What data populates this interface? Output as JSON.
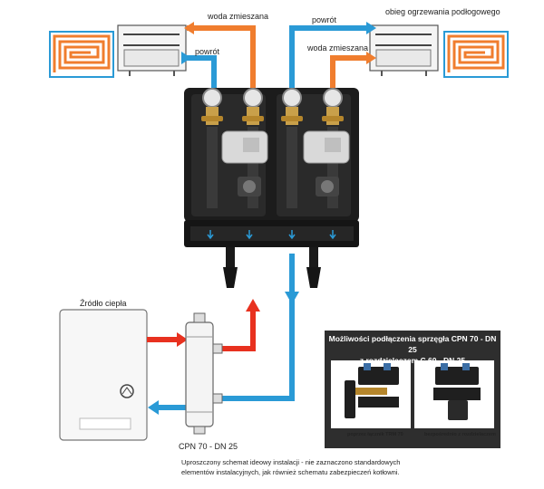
{
  "labels": {
    "top_left_mixed": "woda zmieszana",
    "top_left_return": "powrót",
    "top_right_title": "obieg ogrzewania podłogowego",
    "top_right_return": "powrót",
    "top_right_mixed": "woda zmieszana",
    "heat_source": "Źródło ciepła",
    "coupler": "CPN 70 - DN 25"
  },
  "inset": {
    "title_line1": "Możliwości podłączenia sprzęgła CPN 70 - DN 25",
    "title_line2": "z rozdzielaczem C 60 - DN 25",
    "caption_left": "poprzez łącznik TRM 70",
    "caption_right": "bezpośrednio z rozdzielaczem"
  },
  "footnote": {
    "line1": "Uproszczony schemat ideowy instalacji - nie zaznaczono standardowych",
    "line2": "elementów instalacyjnych, jak również schematu zabezpieczeń kotłowni."
  },
  "colors": {
    "supply": "#e8311f",
    "mixed": "#f07d2e",
    "return": "#2a9ad6",
    "unit_body": "#1c1c1c",
    "inset_bg": "#2e2e2e"
  }
}
